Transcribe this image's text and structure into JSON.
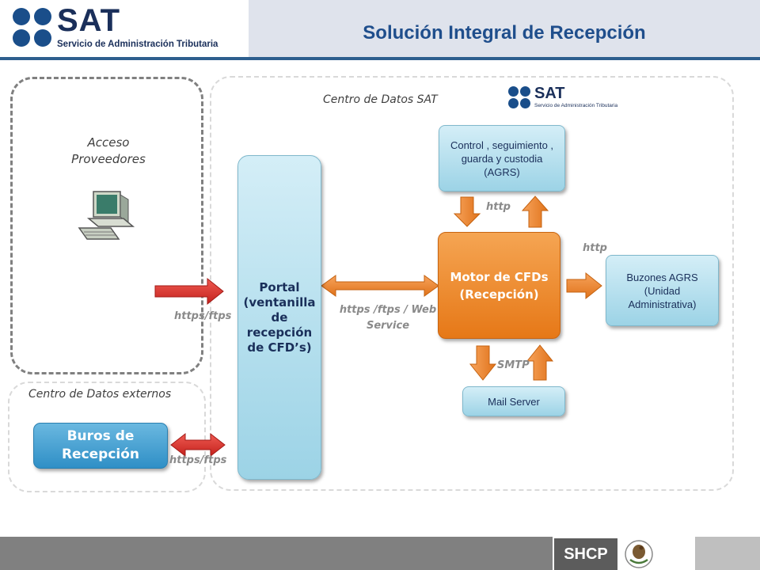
{
  "header": {
    "logo_text": "SAT",
    "logo_subtitle": "Servicio de Administración Tributaria",
    "title": "Solución Integral de Recepción"
  },
  "regions": {
    "acceso": "Acceso Proveedores",
    "centro_sat": "Centro de Datos SAT",
    "centro_externos": "Centro de Datos externos"
  },
  "inner_logo": {
    "text": "SAT",
    "subtitle": "Servicio de Administración Tributaria"
  },
  "boxes": {
    "portal": "Portal (ventanilla de recepción de CFD’s)",
    "control": "Control , seguimiento , guarda y custodia (AGRS)",
    "motor": "Motor de CFDs (Recepción)",
    "buzones": "Buzones AGRS (Unidad Administrativa)",
    "mail": "Mail Server",
    "buros": "Buros de Recepción"
  },
  "labels": {
    "https_ftps_proveedores": "https/ftps",
    "https_ftps_ws": "https /ftps / Web Service",
    "http_control": "http",
    "http_buzones": "http",
    "smtp": "SMTP",
    "https_ftps_buros": "https/ftps"
  },
  "footer": {
    "badge": "SHCP"
  },
  "colors": {
    "brand_navy": "#1a2f5a",
    "title_blue": "#1f4e8c",
    "motor_orange": "#e67817",
    "arrow_red": "#d9302c",
    "box_blue": "#9cd3e6"
  }
}
